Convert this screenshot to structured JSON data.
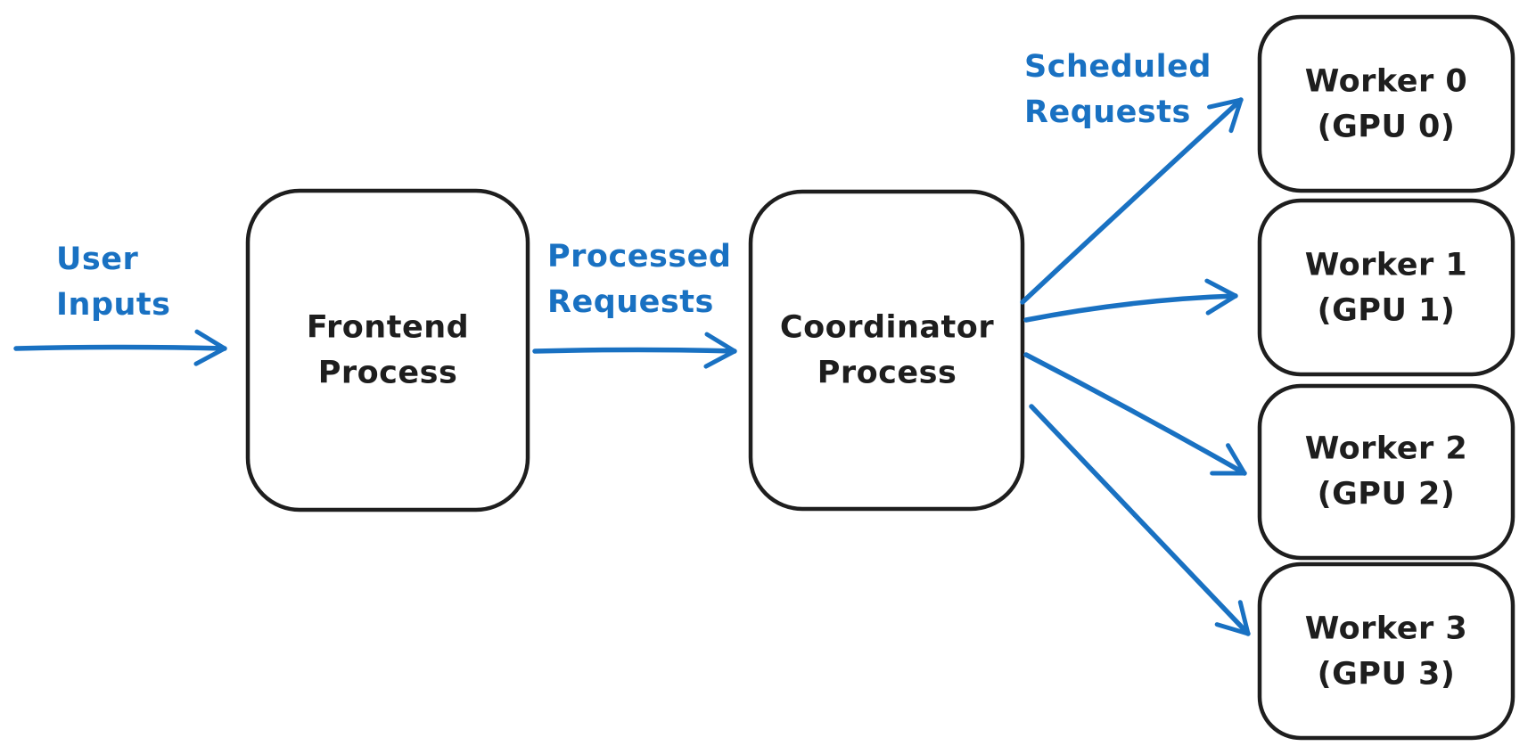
{
  "diagram": {
    "type": "flow-diagram",
    "colors": {
      "accent_blue": "#1971c2",
      "ink": "#1e1e1e",
      "background": "#ffffff"
    },
    "nodes": {
      "frontend": {
        "line1": "Frontend",
        "line2": "Process"
      },
      "coordinator": {
        "line1": "Coordinator",
        "line2": "Process"
      },
      "workers": [
        {
          "line1": "Worker 0",
          "line2": "(GPU 0)"
        },
        {
          "line1": "Worker 1",
          "line2": "(GPU 1)"
        },
        {
          "line1": "Worker 2",
          "line2": "(GPU 2)"
        },
        {
          "line1": "Worker 3",
          "line2": "(GPU 3)"
        }
      ]
    },
    "edge_labels": {
      "user_inputs": {
        "line1": "User",
        "line2": "Inputs"
      },
      "processed_requests": {
        "line1": "Processed",
        "line2": "Requests"
      },
      "scheduled_requests": {
        "line1": "Scheduled",
        "line2": "Requests"
      }
    }
  }
}
